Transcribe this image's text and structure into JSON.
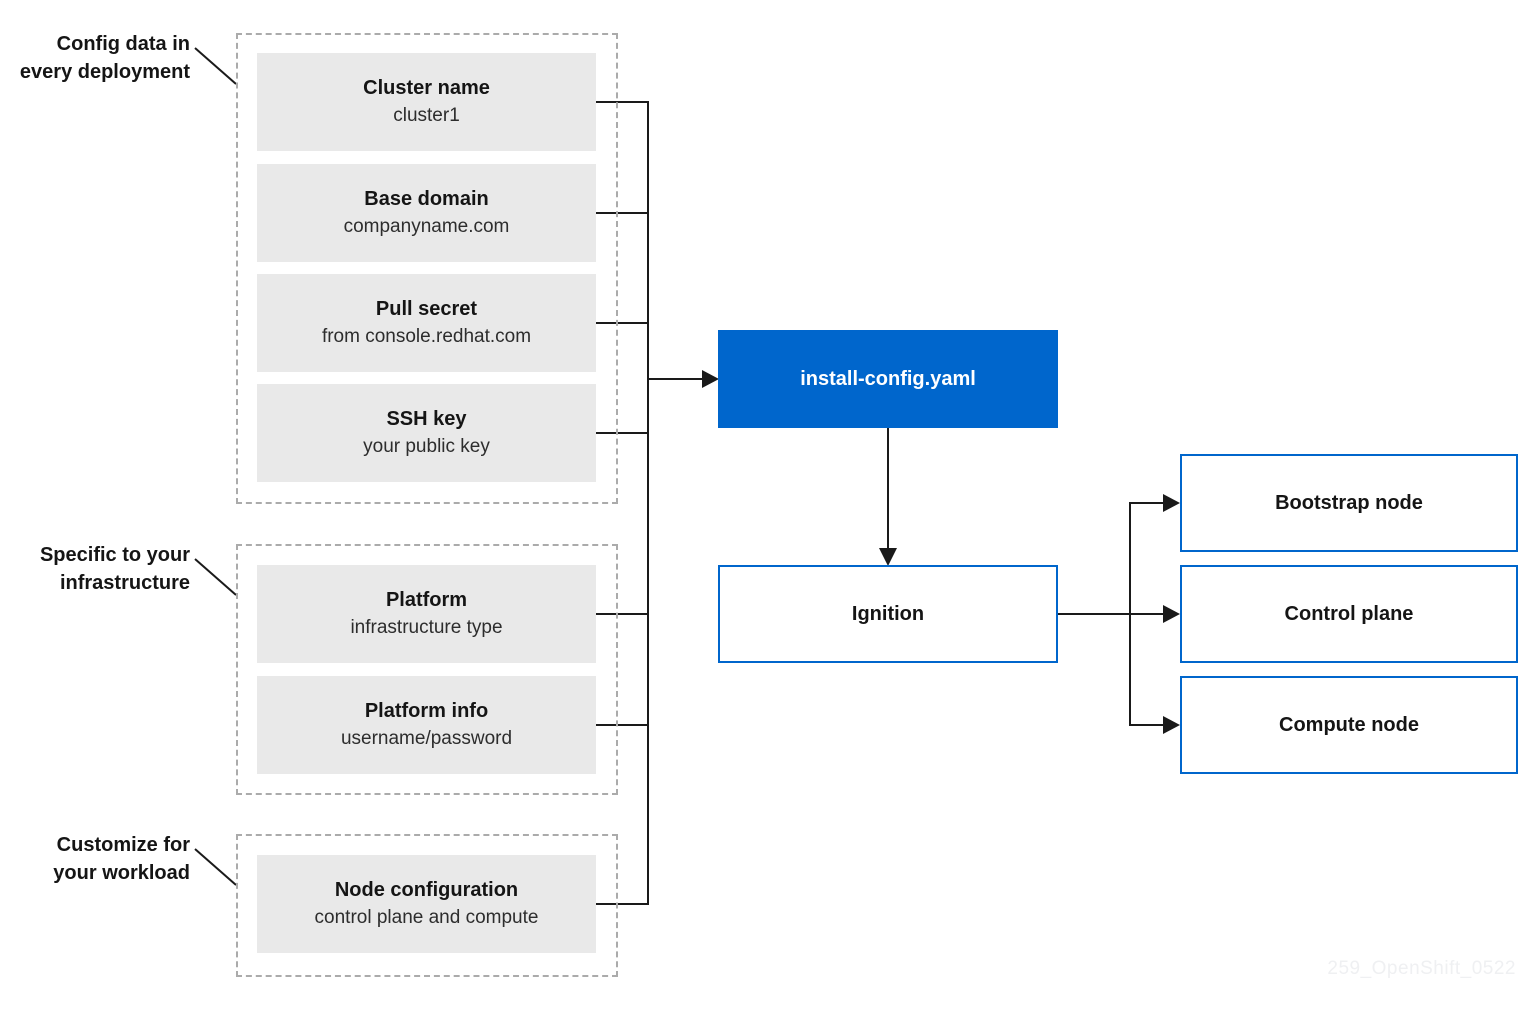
{
  "groups": [
    {
      "label_lines": [
        "Config data in",
        "every deployment"
      ],
      "boxes": [
        {
          "title": "Cluster name",
          "subtitle": "cluster1"
        },
        {
          "title": "Base domain",
          "subtitle": "companyname.com"
        },
        {
          "title": "Pull secret",
          "subtitle": "from console.redhat.com"
        },
        {
          "title": "SSH key",
          "subtitle": "your public key"
        }
      ]
    },
    {
      "label_lines": [
        "Specific to your",
        "infrastructure"
      ],
      "boxes": [
        {
          "title": "Platform",
          "subtitle": "infrastructure type"
        },
        {
          "title": "Platform info",
          "subtitle": "username/password"
        }
      ]
    },
    {
      "label_lines": [
        "Customize for",
        "your workload"
      ],
      "boxes": [
        {
          "title": "Node configuration",
          "subtitle": "control plane and compute"
        }
      ]
    }
  ],
  "flow": {
    "config_file": "install-config.yaml",
    "ignition": "Ignition"
  },
  "outputs": [
    {
      "label": "Bootstrap node"
    },
    {
      "label": "Control plane"
    },
    {
      "label": "Compute node"
    }
  ],
  "watermark": "259_OpenShift_0522",
  "colors": {
    "accent": "#0066cc",
    "box_fill": "#e9e9e9",
    "line": "#1a1a1a",
    "dash": "#ababab",
    "text": "#151515",
    "subtext": "#2d2d2d",
    "watermark": "#eff0f2"
  }
}
